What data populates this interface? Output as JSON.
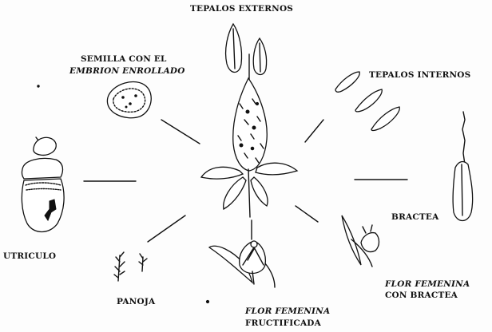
{
  "labels": {
    "tepalos_externos": "TEPALOS EXTERNOS",
    "semilla_line1": "SEMILLA CON EL",
    "semilla_line2": "EMBRION ENROLLADO",
    "tepalos_internos": "TEPALOS INTERNOS",
    "utriculo": "UTRICULO",
    "bractea": "BRACTEA",
    "panoja": "PANOJA",
    "flor_fructificada_line1": "FLOR FEMENINA",
    "flor_fructificada_line2": "FRUCTIFICADA",
    "flor_bractea_line1": "FLOR FEMENINA",
    "flor_bractea_line2": "CON BRACTEA"
  }
}
